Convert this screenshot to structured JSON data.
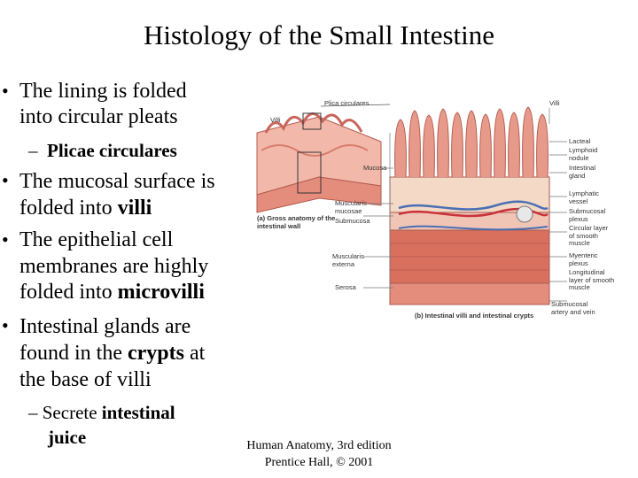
{
  "slide": {
    "title": "Histology of the Small Intestine",
    "bullets": [
      {
        "line1": "The lining is folded",
        "line2": "into circular pleats"
      },
      {
        "sub": "Plicae circulares"
      },
      {
        "line1_pre": "The mucosal surface is",
        "line2_pre": "folded into ",
        "line2_bold": "villi"
      },
      {
        "line1": "The epithelial cell",
        "line2": "membranes are highly",
        "line3_pre": "folded into ",
        "line3_bold": "microvilli"
      },
      {
        "line1": "Intestinal glands are",
        "line2_pre": "found in the ",
        "line2_bold": "crypts",
        "line2_post": " at",
        "line3": "the base of villi"
      },
      {
        "sub_pre": "Secrete ",
        "sub_bold1": "intestinal",
        "sub_bold2": "juice"
      }
    ],
    "dash": "–",
    "bullet_glyph": "•",
    "credit": {
      "line1": "Human Anatomy, 3rd edition",
      "line2": "Prentice Hall, © 2001"
    }
  },
  "figure": {
    "labels": {
      "villi_a": "Villi",
      "plica": "Plica circulares",
      "villi_b": "Villi",
      "mucosa": "Mucosa",
      "muscularis_mucosae": "Muscularis mucosae",
      "submucosa": "Submucosa",
      "muscularis_externa": "Muscularis externa",
      "serosa": "Serosa",
      "caption_a": "(a) Gross anatomy of the intestinal wall",
      "caption_b": "(b) Intestinal villi and intestinal crypts",
      "lacteal": "Lacteal",
      "lymphoid": "Lymphoid nodule",
      "gland": "Intestinal gland",
      "lymph_vessel": "Lymphatic vessel",
      "submucosal_plexus": "Submucosal plexus",
      "circular": "Circular layer of smooth muscle",
      "myenteric": "Myenteric plexus",
      "longitudinal": "Longitudinal layer of smooth muscle",
      "artery": "Submucosal artery and vein"
    },
    "colors": {
      "tissue": "#e89a8a",
      "tissue_dark": "#c8665c",
      "muscle": "#d9705e",
      "vein": "#4a6fb3",
      "artery": "#c8323a",
      "submucosa": "#f3d9c6"
    }
  }
}
